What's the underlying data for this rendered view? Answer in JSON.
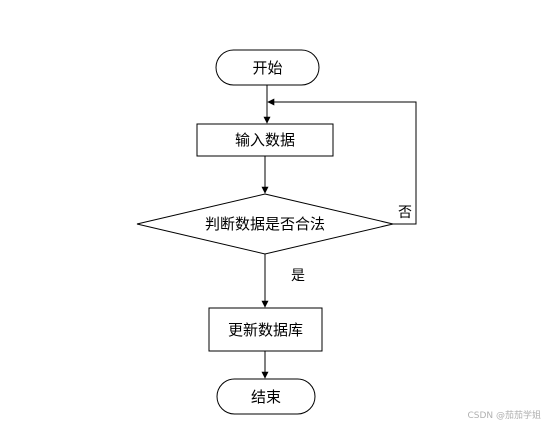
{
  "flowchart": {
    "start_label": "开始",
    "input_label": "输入数据",
    "decision_label": "判断数据是否合法",
    "update_label": "更新数据库",
    "end_label": "结束",
    "yes_label": "是",
    "no_label": "否"
  },
  "watermark": "CSDN @茄茄学姐",
  "colors": {
    "stroke": "#000000",
    "background": "#ffffff"
  }
}
